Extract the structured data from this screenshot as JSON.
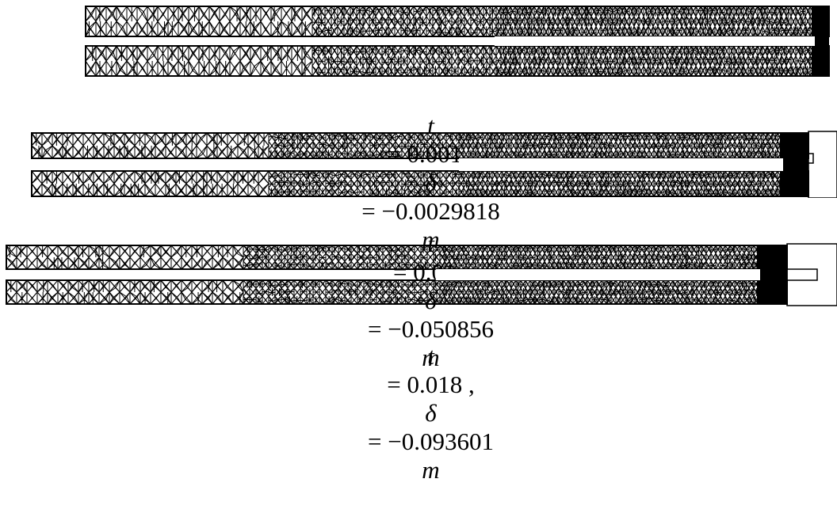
{
  "figure": {
    "panels": [
      {
        "id": "p1",
        "caption": {
          "t_sym": "t",
          "t_val": "= 0.001 ,",
          "d_sym": "δ",
          "d_val": "= −0.0029818",
          "unit": "m"
        }
      },
      {
        "id": "p2",
        "caption": {
          "t_sym": "t",
          "t_val": "= 0.01 ,",
          "d_sym": "δ",
          "d_val": "= −0.050856",
          "unit": "m"
        }
      },
      {
        "id": "p3",
        "caption": {
          "t_sym": "t",
          "t_val": "= 0.018 ,",
          "d_sym": "δ",
          "d_val": "= −0.093601",
          "unit": "m"
        }
      }
    ]
  },
  "colors": {
    "mesh": "#000000",
    "background": "#ffffff"
  }
}
